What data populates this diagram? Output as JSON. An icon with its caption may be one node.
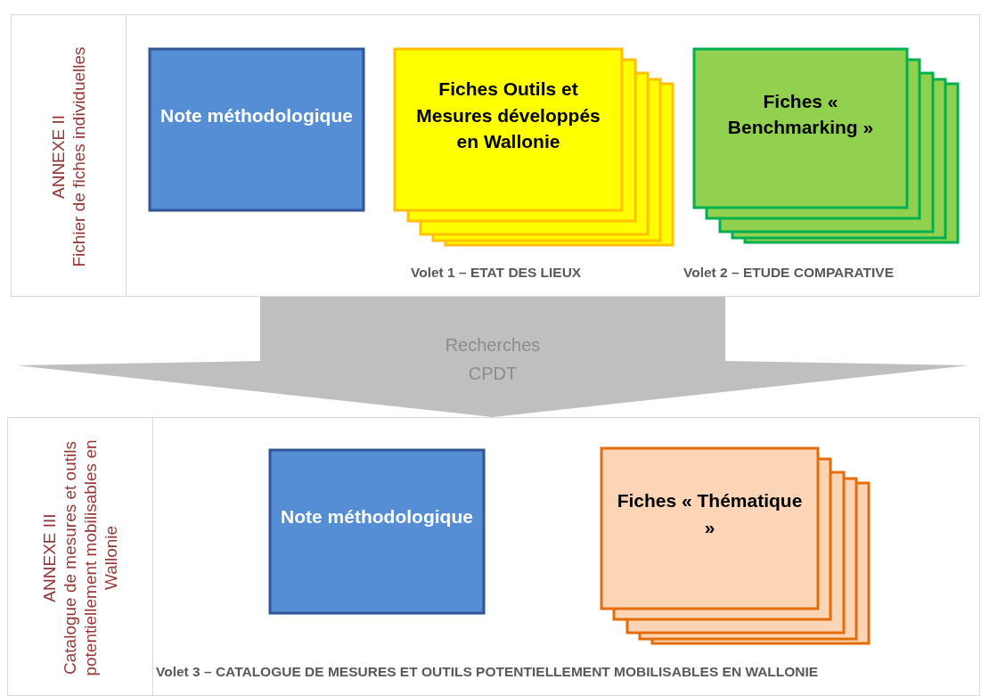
{
  "diagram": {
    "nodes": [
      {
        "text": [
          "ANNEXE II",
          "Fichier de fiches individuelles"
        ]
      },
      {
        "text": [
          "Note méthodologique"
        ],
        "in": 0
      },
      {
        "text": [
          "Fiches Outils et Mesures développés en Wallonie"
        ],
        "in": 0,
        "beside": [
          "**Volet 1** – ETAT DES LIEUX"
        ]
      },
      {
        "text": [
          "Fiches « Benchmarking »"
        ],
        "in": 0,
        "beside": [
          "**Volet 2 –** ETUDE COMPARATIVE"
        ]
      },
      {
        "text": [
          "ANNEXE III",
          "Catalogue de mesures et outils potentiellement mobilisables en Wallonie"
        ]
      },
      {
        "text": [
          "Note méthodologique"
        ],
        "in": 4
      },
      {
        "text": [
          "Fiches « Thématique »"
        ],
        "in": 4
      }
    ],
    "edges": [
      {
        "from": 0,
        "to": 4,
        "arrow": "to",
        "label": "Recherches CPDT",
        "style": "thick"
      }
    ],
    "labels": [
      "**Volet 3** – CATALOGUE DE MESURES ET OUTILS POTENTIELLEMENT MOBILISABLES EN WALLONIE"
    ]
  }
}
